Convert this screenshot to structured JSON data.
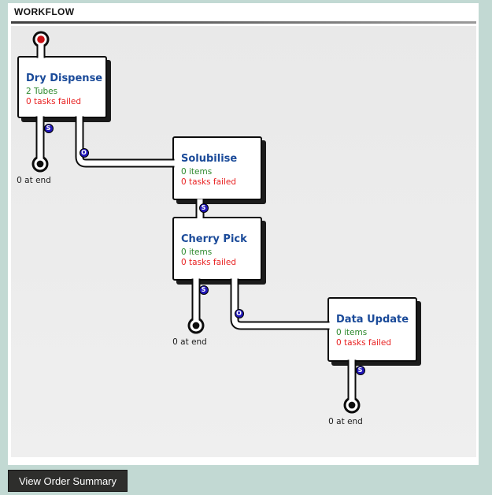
{
  "header": {
    "title": "WORKFLOW"
  },
  "diagram": {
    "nodes": [
      {
        "title": "Dry Dispense",
        "count_line": "2 Tubes",
        "failed_line": "0 tasks failed"
      },
      {
        "title": "Solubilise",
        "count_line": "0 items",
        "failed_line": "0 tasks failed"
      },
      {
        "title": "Cherry Pick",
        "count_line": "0 items",
        "failed_line": "0 tasks failed"
      },
      {
        "title": "Data Update",
        "count_line": "0 items",
        "failed_line": "0 tasks failed"
      }
    ],
    "badges": [
      {
        "letter": "S"
      },
      {
        "letter": "O"
      },
      {
        "letter": "S"
      },
      {
        "letter": "S"
      },
      {
        "letter": "O"
      },
      {
        "letter": "S"
      }
    ],
    "end_labels": [
      "0 at end",
      "0 at end",
      "0 at end"
    ],
    "colors": {
      "node_title": "#1a4a99",
      "count_text": "#2c882c",
      "failed_text": "#e82222",
      "badge_fill": "#2016b8",
      "start_dot": "#c81014",
      "canvas_bg": "#ebebeb",
      "page_bg": "#c2d9d3",
      "button_bg": "#2e2e2c"
    }
  },
  "footer": {
    "view_order_summary_label": "View Order Summary"
  }
}
